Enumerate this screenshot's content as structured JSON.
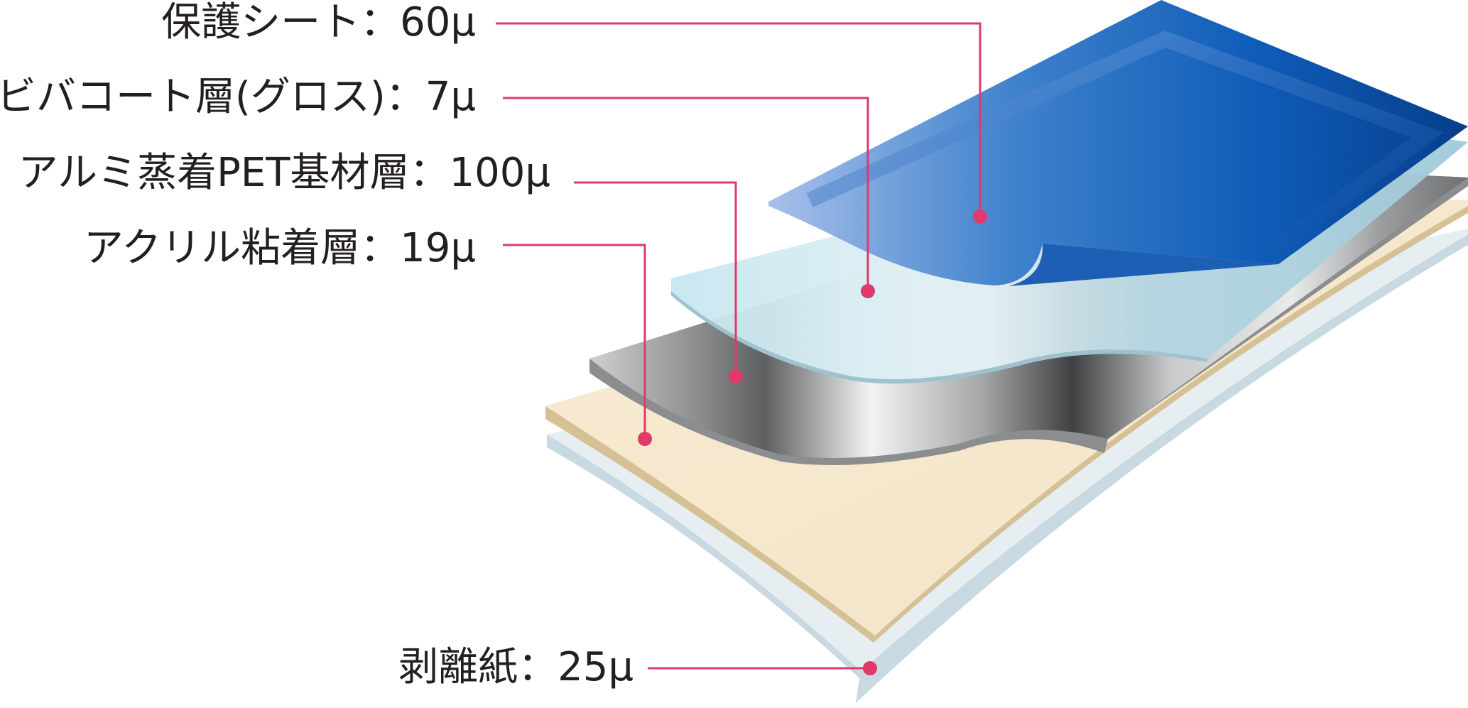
{
  "accent_color": "#e0396a",
  "layers": [
    {
      "id": "protective-sheet",
      "label": "保護シート：60μ",
      "color": "#1b64c8"
    },
    {
      "id": "vivacoat-layer",
      "label": "ビバコート層(グロス)：7μ",
      "color": "#bfe3ee"
    },
    {
      "id": "aluminum-pet-layer",
      "label": "アルミ蒸着PET基材層：100μ",
      "color": "#9a9a9a"
    },
    {
      "id": "acrylic-adhesive-layer",
      "label": "アクリル粘着層：19μ",
      "color": "#f5e8cc"
    },
    {
      "id": "release-paper",
      "label": "剥離紙：25μ",
      "color": "#e4edf2"
    }
  ]
}
